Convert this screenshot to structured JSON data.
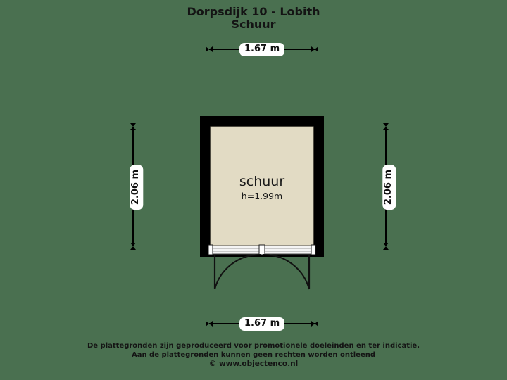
{
  "background_color": "#4a7050",
  "header": {
    "title_line1": "Dorpsdijk 10 - Lobith",
    "title_line2": "Schuur"
  },
  "floorplan": {
    "wall_color": "#000000",
    "interior_color": "#e2dbc4",
    "door_color": "#f2f2f2",
    "room": {
      "name": "schuur",
      "height_label": "h=1.99m"
    },
    "dimensions": {
      "top": "1.67 m",
      "bottom": "1.67 m",
      "left": "2.06 m",
      "right": "2.06 m"
    },
    "door": {
      "type": "double-swing-door",
      "leaves": 2,
      "swing": "outward"
    }
  },
  "footer": {
    "line1": "De plattegronden zijn geproduceerd voor promotionele doeleinden en ter indicatie.",
    "line2": "Aan de plattegronden kunnen geen rechten worden ontleend",
    "line3": "© www.objectenco.nl"
  }
}
